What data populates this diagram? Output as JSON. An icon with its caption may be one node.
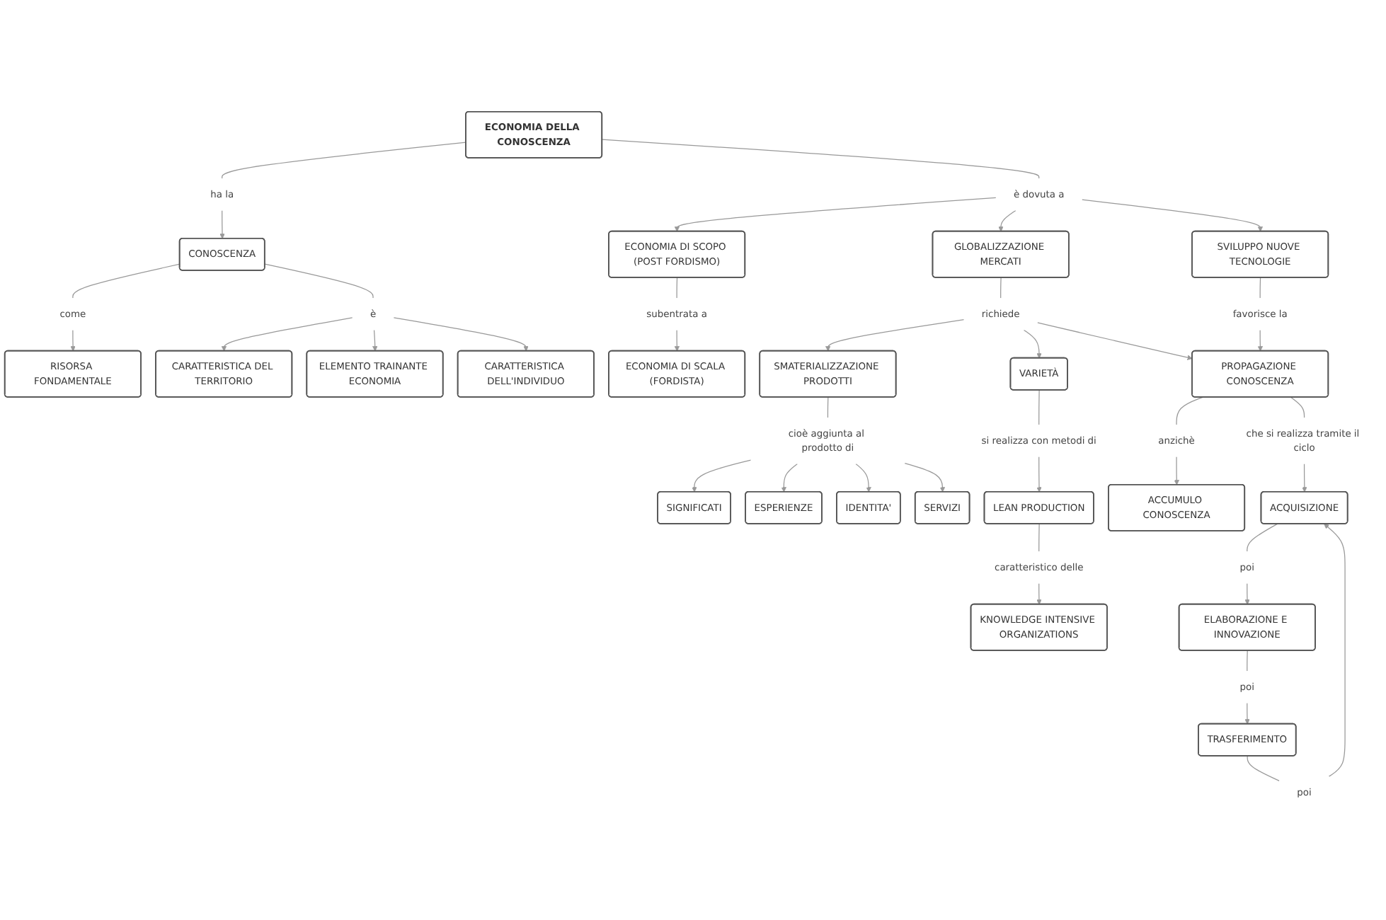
{
  "diagram": {
    "nodes": [
      {
        "text": [
          "ECONOMIA DELLA CONOSCENZA"
        ]
      },
      {
        "text": [
          "ha la"
        ]
      },
      {
        "text": [
          "è dovuta a"
        ]
      },
      {
        "text": [
          "CONOSCENZA"
        ]
      },
      {
        "text": [
          "ECONOMIA DI SCOPO (POST FORDISMO)"
        ]
      },
      {
        "text": [
          "GLOBALIZZAZIONE MERCATI"
        ]
      },
      {
        "text": [
          "SVILUPPO NUOVE TECNOLOGIE"
        ]
      },
      {
        "text": [
          "come"
        ]
      },
      {
        "text": [
          "è"
        ]
      },
      {
        "text": [
          "subentrata a"
        ]
      },
      {
        "text": [
          "richiede"
        ]
      },
      {
        "text": [
          "favorisce la"
        ]
      },
      {
        "text": [
          "RISORSA FONDAMENTALE"
        ]
      },
      {
        "text": [
          "ECONOMIA DI SCALA (FORDISTA)"
        ]
      },
      {
        "text": [
          "VARIETÀ"
        ]
      },
      {
        "text": [
          "PROPAGAZIONE CONOSCENZA"
        ]
      },
      {
        "text": [
          "CARATTERISTICA DEL TERRITORIO"
        ]
      },
      {
        "text": [
          "CARATTERISTICA DELL'INDIVIDUO"
        ]
      },
      {
        "text": [
          "ELEMENTO TRAINANTE ECONOMIA"
        ]
      },
      {
        "text": [
          "SMATERIALIZZAZIONE PRODOTTI"
        ]
      },
      {
        "text": [
          "si realizza con metodi di"
        ]
      },
      {
        "text": [
          "LEAN PRODUCTION"
        ]
      },
      {
        "text": [
          "anzichè"
        ]
      },
      {
        "text": [
          "che si realizza tramite il ciclo"
        ]
      },
      {
        "text": [
          "ACCUMULO CONOSCENZA"
        ]
      },
      {
        "text": [
          "cioè aggiunta al prodotto di"
        ]
      },
      {
        "text": [
          "caratteristico delle"
        ]
      },
      {
        "text": [
          "KNOWLEDGE INTENSIVE ORGANIZATIONS"
        ]
      },
      {
        "text": [
          "poi"
        ]
      },
      {
        "text": [
          "ACQUISIZIONE"
        ]
      },
      {
        "text": [
          "poi"
        ]
      },
      {
        "text": [
          "TRASFERIMENTO"
        ]
      },
      {
        "text": [
          "poi"
        ]
      },
      {
        "text": [
          "ELABORAZIONE E INNOVAZIONE"
        ]
      },
      {
        "text": [
          "SIGNIFICATI"
        ]
      },
      {
        "text": [
          "ESPERIENZE"
        ]
      },
      {
        "text": [
          "IDENTITA'"
        ]
      },
      {
        "text": [
          "SERVIZI"
        ]
      }
    ],
    "edges": [
      {
        "from": 0,
        "to": 1,
        "arrow": "none"
      },
      {
        "from": 1,
        "to": 3,
        "arrow": "to"
      },
      {
        "from": 0,
        "to": 2,
        "arrow": "none"
      },
      {
        "from": 2,
        "to": 4,
        "arrow": "to"
      },
      {
        "from": 2,
        "to": 5,
        "arrow": "to"
      },
      {
        "from": 2,
        "to": 6,
        "arrow": "to"
      },
      {
        "from": 3,
        "to": 7,
        "arrow": "none"
      },
      {
        "from": 7,
        "to": 12,
        "arrow": "to"
      },
      {
        "from": 3,
        "to": 8,
        "arrow": "none"
      },
      {
        "from": 8,
        "to": 16,
        "arrow": "to"
      },
      {
        "from": 8,
        "to": 18,
        "arrow": "to"
      },
      {
        "from": 8,
        "to": 17,
        "arrow": "to"
      },
      {
        "from": 4,
        "to": 9,
        "arrow": "none"
      },
      {
        "from": 9,
        "to": 13,
        "arrow": "to"
      },
      {
        "from": 5,
        "to": 10,
        "arrow": "none"
      },
      {
        "from": 10,
        "to": 19,
        "arrow": "to"
      },
      {
        "from": 10,
        "to": 14,
        "arrow": "to"
      },
      {
        "from": 10,
        "to": 15,
        "arrow": "to"
      },
      {
        "from": 6,
        "to": 11,
        "arrow": "none"
      },
      {
        "from": 11,
        "to": 15,
        "arrow": "to"
      },
      {
        "from": 14,
        "to": 20,
        "arrow": "none"
      },
      {
        "from": 20,
        "to": 21,
        "arrow": "to"
      },
      {
        "from": 15,
        "to": 22,
        "arrow": "none"
      },
      {
        "from": 22,
        "to": 24,
        "arrow": "to"
      },
      {
        "from": 15,
        "to": 23,
        "arrow": "none"
      },
      {
        "from": 23,
        "to": 29,
        "arrow": "to"
      },
      {
        "from": 19,
        "to": 25,
        "arrow": "none"
      },
      {
        "from": 25,
        "to": 34,
        "arrow": "to"
      },
      {
        "from": 25,
        "to": 35,
        "arrow": "to"
      },
      {
        "from": 25,
        "to": 36,
        "arrow": "to"
      },
      {
        "from": 25,
        "to": 37,
        "arrow": "to"
      },
      {
        "from": 21,
        "to": 26,
        "arrow": "none"
      },
      {
        "from": 26,
        "to": 27,
        "arrow": "to"
      },
      {
        "from": 29,
        "to": 30,
        "arrow": "none"
      },
      {
        "from": 30,
        "to": 33,
        "arrow": "to"
      },
      {
        "from": 33,
        "to": 32,
        "arrow": "none"
      },
      {
        "from": 32,
        "to": 31,
        "arrow": "to"
      },
      {
        "from": 31,
        "to": 28,
        "arrow": "none"
      },
      {
        "from": 28,
        "to": 29,
        "arrow": "to"
      }
    ]
  }
}
